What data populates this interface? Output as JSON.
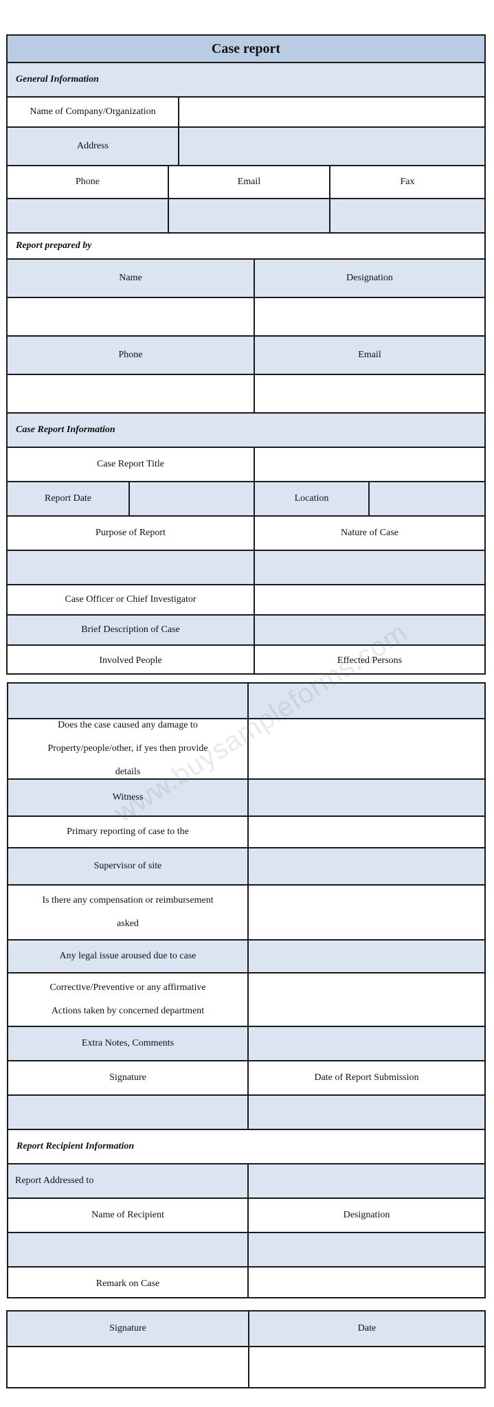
{
  "title": "Case report",
  "general": {
    "heading": "General Information",
    "company_label": "Name of Company/Organization",
    "address_label": "Address",
    "phone_label": "Phone",
    "email_label": "Email",
    "fax_label": "Fax"
  },
  "prepared": {
    "heading": "Report prepared by",
    "name_label": "Name",
    "designation_label": "Designation",
    "phone_label": "Phone",
    "email_label": "Email"
  },
  "case_info": {
    "heading": "Case Report Information",
    "title_label": "Case Report Title",
    "date_label": "Report Date",
    "location_label": "Location",
    "purpose_label": "Purpose of Report",
    "nature_label": "Nature of Case",
    "officer_label": "Case Officer or Chief Investigator",
    "description_label": "Brief Description of Case",
    "involved_label": "Involved People",
    "effected_label": "Effected Persons"
  },
  "details": {
    "damage_line1": "Does the case caused any damage to",
    "damage_line2": "Property/people/other, if yes then provide",
    "damage_line3": "details",
    "witness_label": "Witness",
    "primary_label": "Primary reporting of case to the",
    "supervisor_label": "Supervisor of site",
    "compensation_line1": "Is there any compensation or reimbursement",
    "compensation_line2": "asked",
    "legal_label": "Any legal issue aroused due to case",
    "corrective_line1": "Corrective/Preventive or any affirmative",
    "corrective_line2": "Actions taken by concerned department",
    "notes_label": "Extra Notes, Comments",
    "signature_label": "Signature",
    "submission_label": "Date of Report Submission"
  },
  "recipient": {
    "heading": "Report Recipient Information",
    "addressed_label": "Report Addressed to",
    "name_label": "Name of Recipient",
    "designation_label": "Designation",
    "remark_label": "Remark on Case"
  },
  "sign": {
    "signature_label": "Signature",
    "date_label": "Date"
  },
  "watermark": "www.buysampleforms.com",
  "colors": {
    "header": "#b9cce4",
    "shade": "#dbe4f0",
    "border": "#1a1a1a"
  }
}
